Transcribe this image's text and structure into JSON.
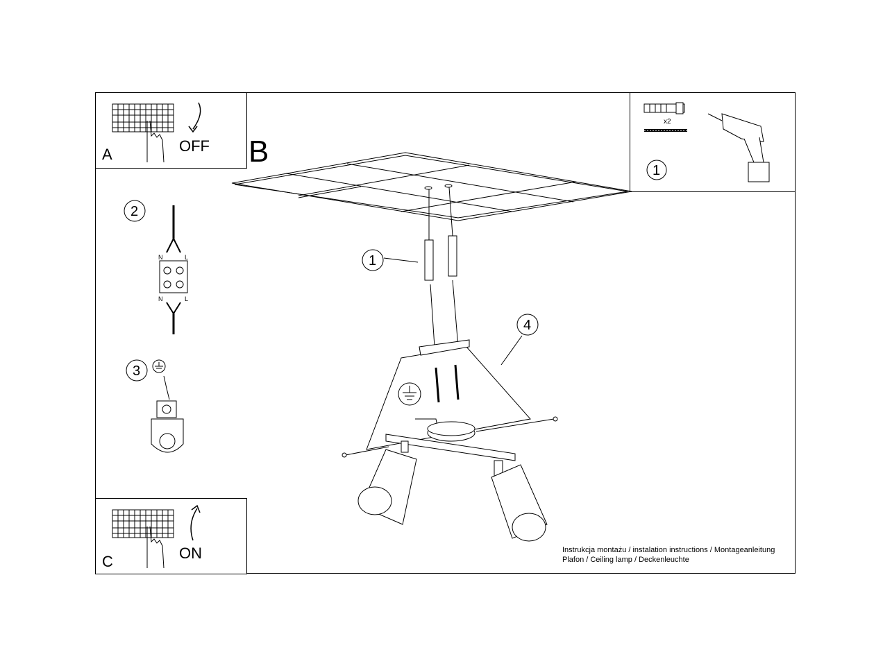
{
  "panels": {
    "A": {
      "label": "A",
      "action": "OFF"
    },
    "B": {
      "label": "B"
    },
    "C": {
      "label": "C",
      "action": "ON"
    }
  },
  "tools_panel": {
    "step": "1",
    "anchor_qty": "x2"
  },
  "steps": {
    "step2": "2",
    "step3": "3",
    "callout1": "1",
    "callout4": "4"
  },
  "wiring": {
    "top_left": "N",
    "top_right": "L",
    "bottom_left": "N",
    "bottom_right": "L"
  },
  "caption": {
    "line1": "Instrukcja montażu / instalation instructions / Montageanleitung",
    "line2": "Plafon / Ceiling lamp / Deckenleuchte"
  },
  "icons": [
    "circuit-breaker-icon",
    "hand-icon",
    "arrow-down-icon",
    "arrow-up-icon",
    "drill-icon",
    "wall-plug-icon",
    "screw-icon",
    "ground-symbol-icon",
    "terminal-block-icon",
    "ceiling-grid-icon",
    "lamp-spot-icon"
  ]
}
